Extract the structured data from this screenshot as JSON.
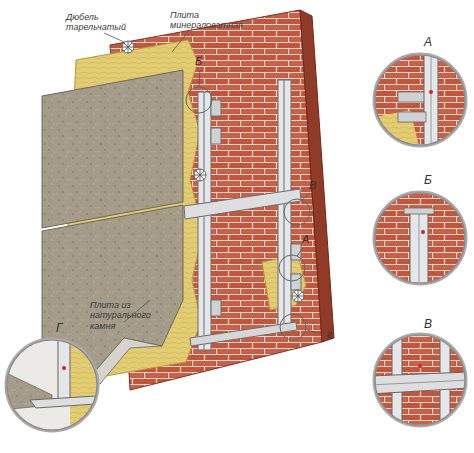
{
  "diagram": {
    "nodes": [
      {
        "text": [
          "Б"
        ]
      },
      {
        "text": [
          "В"
        ]
      },
      {
        "text": [
          "А"
        ]
      },
      {
        "text": [
          "г"
        ]
      },
      {
        "text": [
          "А"
        ]
      },
      {
        "text": [
          "Б"
        ]
      },
      {
        "text": [
          "В"
        ]
      },
      {
        "text": [
          "Г"
        ]
      }
    ],
    "labels": [
      "Дюбель тарельчатый",
      "Плита минераловатная",
      "Плита из натурального камня"
    ]
  }
}
